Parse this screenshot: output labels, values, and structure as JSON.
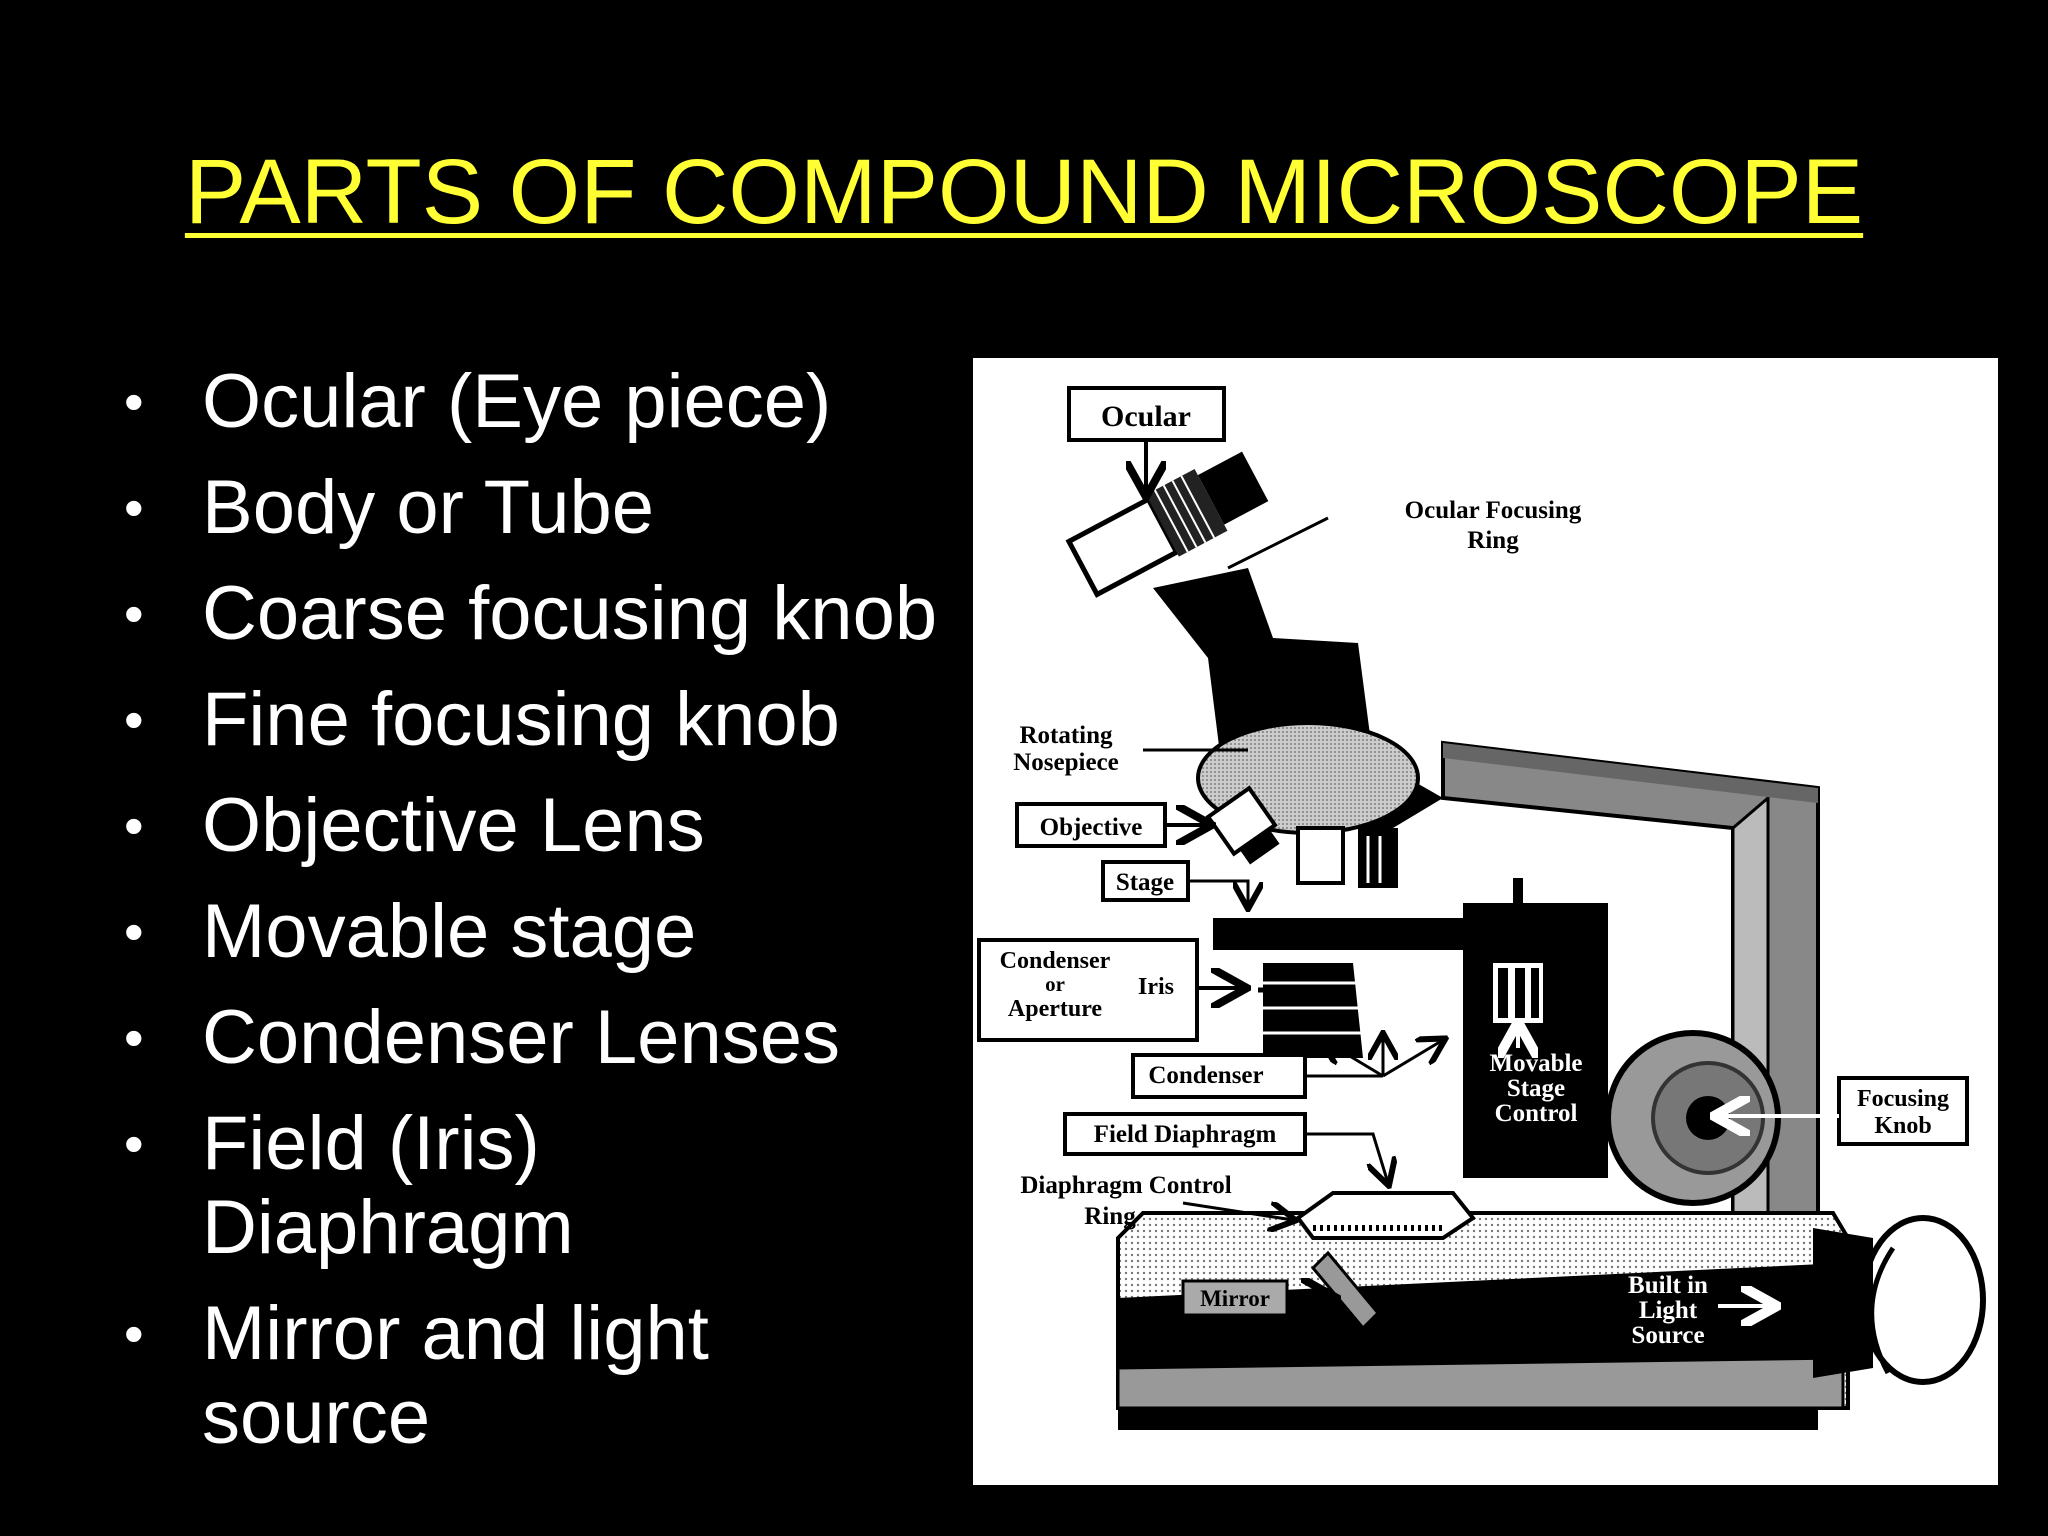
{
  "title": "PARTS OF COMPOUND MICROSCOPE",
  "bullets": [
    "Ocular (Eye piece)",
    "Body or Tube",
    "Coarse focusing knob",
    "Fine focusing knob",
    "Objective  Lens",
    "Movable stage",
    "Condenser Lenses",
    "Field (Iris)\nDiaphragm",
    "Mirror and light\nsource"
  ],
  "diagram": {
    "ocular": "Ocular",
    "ocular_focusing_ring_1": "Ocular Focusing",
    "ocular_focusing_ring_2": "Ring",
    "rotating_nosepiece_1": "Rotating",
    "rotating_nosepiece_2": "Nosepiece",
    "objective": "Objective",
    "stage": "Stage",
    "condenser_iris_1": "Condenser",
    "condenser_iris_2": "or",
    "condenser_iris_3": "Aperture",
    "condenser_iris_4": "Iris",
    "condenser": "Condenser",
    "movable_stage_1": "Movable",
    "movable_stage_2": "Stage",
    "movable_stage_3": "Control",
    "focusing_knob_1": "Focusing",
    "focusing_knob_2": "Knob",
    "field_diaphragm": "Field Diaphragm",
    "diaphragm_control_1": "Diaphragm Control",
    "diaphragm_control_2": "Ring",
    "mirror": "Mirror",
    "light_source_1": "Built in",
    "light_source_2": "Light",
    "light_source_3": "Source"
  }
}
